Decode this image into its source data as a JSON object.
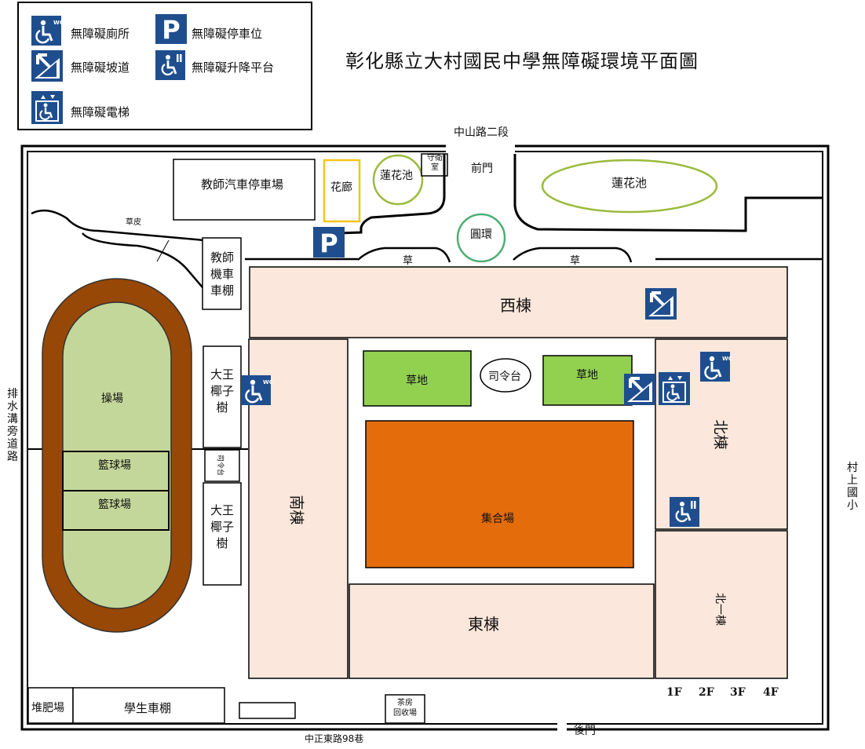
{
  "title": "彰化縣立大村國民中學無障礙環境平面圖",
  "legend": {
    "toilet": "無障礙廁所",
    "parking": "無障礙停車位",
    "ramp": "無障礙坡道",
    "lift": "無障礙升降平台",
    "elevator": "無障礙電梯"
  },
  "icon_texts": {
    "wc": "WC",
    "parking": "P"
  },
  "roads": {
    "north": "中山路二段",
    "south": "中正東路98巷",
    "west_chars": [
      "排",
      "水",
      "溝",
      "旁",
      "道",
      "路"
    ],
    "east_chars": [
      "村",
      "上",
      "國",
      "小"
    ]
  },
  "places": {
    "front_gate": "前門",
    "back_gate": "後門",
    "teacher_car_park": "教師汽車停車場",
    "flower_corridor": "花廊",
    "lotus_pond": "蓮花池",
    "guard_room": "守衛室",
    "roundabout": "圓環",
    "grass_strip": "草皮",
    "grass": "草",
    "teacher_bike_shed_lines": [
      "教師",
      "機車",
      "車棚"
    ],
    "palm_lines": [
      "大王",
      "椰子",
      "樹"
    ],
    "small_podium": "司令台",
    "field": "操場",
    "basketball": "籃球場",
    "west_building": "西棟",
    "south_building": "南棟",
    "east_building": "東棟",
    "north_building": "北棟",
    "north1_building": "北一棟",
    "lawn": "草地",
    "podium": "司令台",
    "assembly": "集合場",
    "compost": "堆肥場",
    "student_shed": "學生車棚",
    "tea_recycle_lines": [
      "茶房",
      "回收場"
    ]
  },
  "floors": [
    "1F",
    "2F",
    "3F",
    "4F"
  ],
  "colors": {
    "building": "#fbe7db",
    "lawn": "#92d050",
    "assembly": "#e46c0a",
    "track": "#974706",
    "field": "#c4d79b",
    "accessibility_blue": "#1f4e8f",
    "lotus_outline": "#9bbb3c",
    "roundabout_outline": "#4caf73",
    "flower_outline": "#f5c518"
  }
}
